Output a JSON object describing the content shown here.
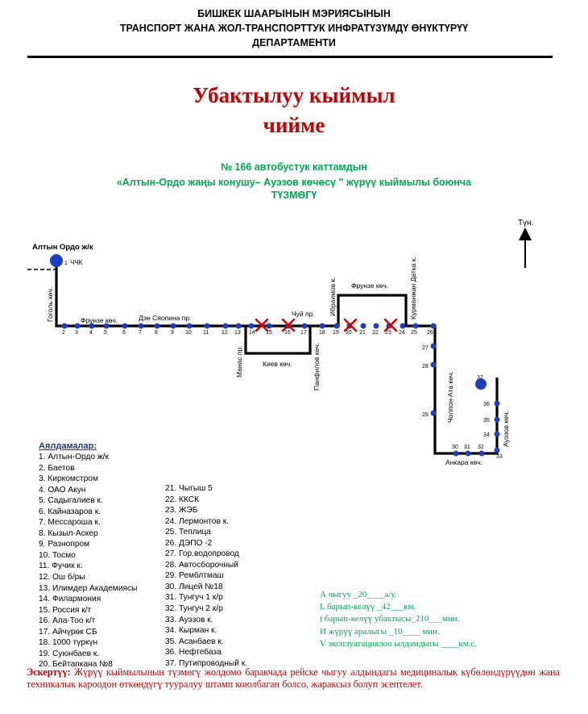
{
  "header": {
    "line1": "БИШКЕК ШААРЫНЫН  МЭРИЯСЫНЫН",
    "line2": "ТРАНСПОРТ ЖАНА ЖОЛ-ТРАНСПОРТТУК ИНФРАТҮЗҮМДҮ ӨНҮКТҮРҮҮ",
    "line3": "ДЕПАРТАМЕНТИ"
  },
  "title": {
    "line1": "Убактылуу кыймыл",
    "line2": "чийме"
  },
  "subtitle": {
    "line1": "№ 166  автобустук каттамдын",
    "line2": "«Алтын-Ордо жаңы конушу– Ауэзов көчөсү \" жүрүү кыймылы боюнча",
    "line3": "ТҮЗМӨГҮ"
  },
  "map": {
    "north_label": "Түн.",
    "start_label": "Алтын Ордо ж/к",
    "chchk_label": "ЧЧК",
    "streets": {
      "gogol": "Гоголь көч.",
      "frunze_left": "Фрунзе көч.",
      "den_syaopin": "Дэн Сяопина пр.",
      "chuy": "Чуй пр.",
      "ibraimov": "Ибраимов к.",
      "frunze_right": "Фрунзе көч.",
      "kurmanjan": "Курманжан Датка к.",
      "manas": "Манас пр.",
      "kiev": "Киев көч.",
      "panfilov": "Панфилов көч.",
      "cholpon_ata": "Чолпон-Ата көч.",
      "auezov": "Ауэзов көч.",
      "ankara": "Анкара көч."
    },
    "stop_numbers": {
      "s1": "1",
      "s2": "2",
      "s3": "3",
      "s4": "4",
      "s5": "5",
      "s6": "6",
      "s7": "7",
      "s8": "8",
      "s9": "9",
      "s10": "10",
      "s11": "11",
      "s12": "12",
      "s13": "13",
      "s14": "14",
      "s15": "15",
      "s16": "16",
      "s17": "17",
      "s18": "18",
      "s19": "19",
      "s20": "20",
      "s21": "21",
      "s22": "22",
      "s23": "23",
      "s24": "24",
      "s25": "25",
      "s26": "26",
      "s27": "27",
      "s28": "28",
      "s29": "29",
      "s30": "30",
      "s31": "31",
      "s32": "32",
      "s33": "33",
      "s34": "34",
      "s35": "35",
      "s36": "36",
      "s37": "37"
    },
    "route_color": "#000000",
    "stop_color": "#1f3fbf",
    "closed_marker_color": "#d40000"
  },
  "legend": {
    "title": "Аялдамалар:",
    "col1": [
      "1. Алтын-Ордо ж/к",
      "2. Баетов",
      "3. Киркомстром",
      "4. ОАО Акун",
      "5. Садыгалиев к.",
      "6. Кайназаров к.",
      "7. Мессароша к.",
      "8. Кызыл-Аскер",
      "9. Разнопром",
      "10. Тосмо",
      "11. Фучик к.",
      "12. Ош б/ры",
      "13. Илимдер Академиясы",
      "14. Филармония",
      "15. Россия к/т",
      "16. Ала-Тоо к/т",
      "17. Айчүрөк СБ",
      "18. 1000 түркүн",
      "19. Суюнбаев к.",
      "20. Бейтапкана №8"
    ],
    "col2": [
      "21. Чыгыш 5",
      "22. ККСК",
      "23. ЖЭБ",
      "24. Лермонтов к.",
      "25. Теплица",
      "26. ДЭПО -2",
      "27. Гор.водопровод",
      "28. Автосборочный",
      "29. Ремблтмаш",
      "30. Лицей №18",
      "31. Тунгуч 1 к/р",
      "32. Тунгуч 2 к/р",
      "33. Ауэзов к.",
      "34. Кырман к.",
      "35. Асанбаев к.",
      "36. Нефтебаза",
      "37. Путипроводный к."
    ]
  },
  "stats": {
    "line1": "А чыгуу   _20____а/у.",
    "line2": "L барып-келүү  _42___км.",
    "line3": "t барып-келүү убактысы_210___мин.",
    "line4": "И жүрүү аралыгы _10____ мин.",
    "line5": "V эксплуатациялоо ылдамдыгы ____км.с."
  },
  "note": {
    "label": "Эскертүү:",
    "text": " Жүрүү кыймылынын түзмөгү жолдомо баракчада рейске чыгуу алдындагы медициналык күбөлөндүрүүдөн жана техникалык кароодон өткөндүгү тууралуу штамп коюлбаган болсо, жараксыз болуп эсептелет."
  }
}
